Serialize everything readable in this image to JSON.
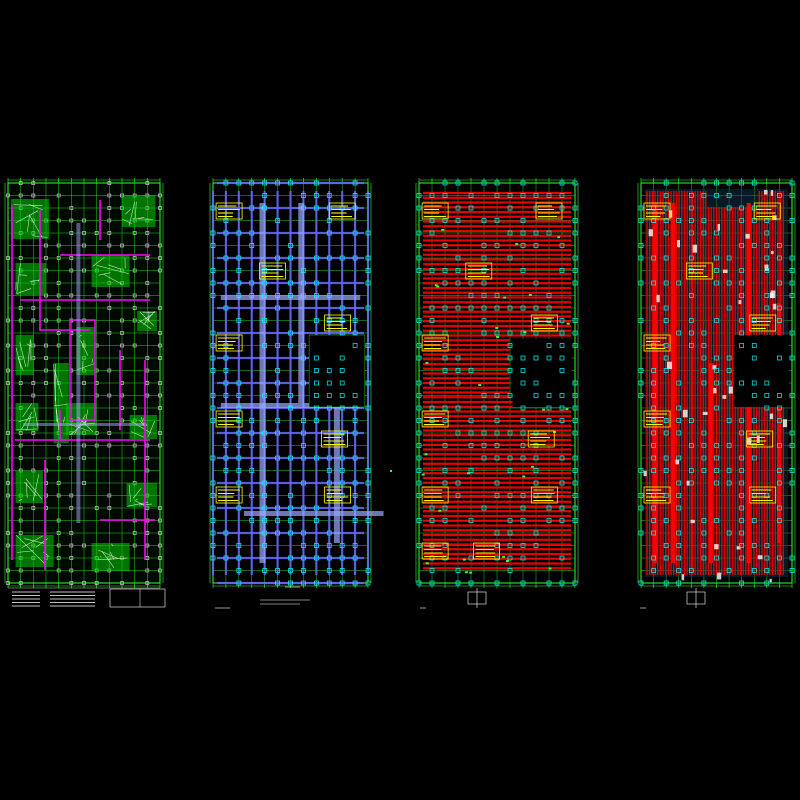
{
  "drawing": {
    "background": "#000000",
    "sheets": [
      {
        "id": "sheet-1",
        "scheme": "layout-plan"
      },
      {
        "id": "sheet-2",
        "scheme": "beam-plan"
      },
      {
        "id": "sheet-3",
        "scheme": "rebar-red-bands"
      },
      {
        "id": "sheet-4",
        "scheme": "rebar-red-vertical"
      }
    ],
    "colors": {
      "grid": "#33ff33",
      "border": "#ffffff",
      "beam": "#6666ff",
      "rebar": "#ff0000",
      "annotation": "#ffff00",
      "column": "#00ffff",
      "special": "#ff00ff",
      "hatch": "#00cc00"
    }
  }
}
